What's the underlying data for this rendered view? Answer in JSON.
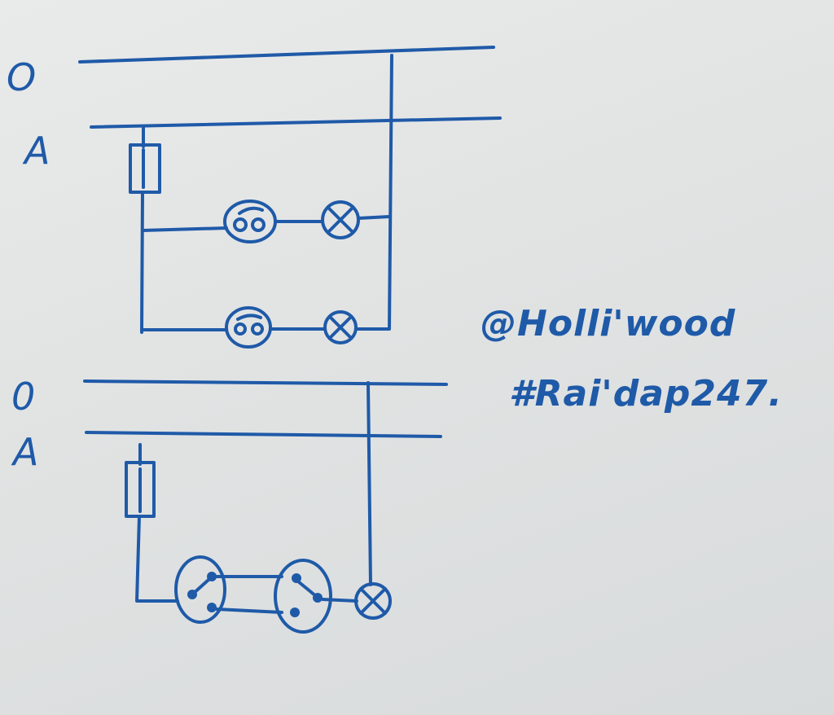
{
  "diagram": {
    "ink_color": "#1f5aa8",
    "paper_color": "#e3e5e5",
    "top_circuit": {
      "neutral_label": "O",
      "phase_label": "A"
    },
    "bottom_circuit": {
      "neutral_label": "0",
      "phase_label": "A"
    },
    "watermark": {
      "line1": "@Holli'wood",
      "line2": "#Rai'dap247."
    }
  }
}
